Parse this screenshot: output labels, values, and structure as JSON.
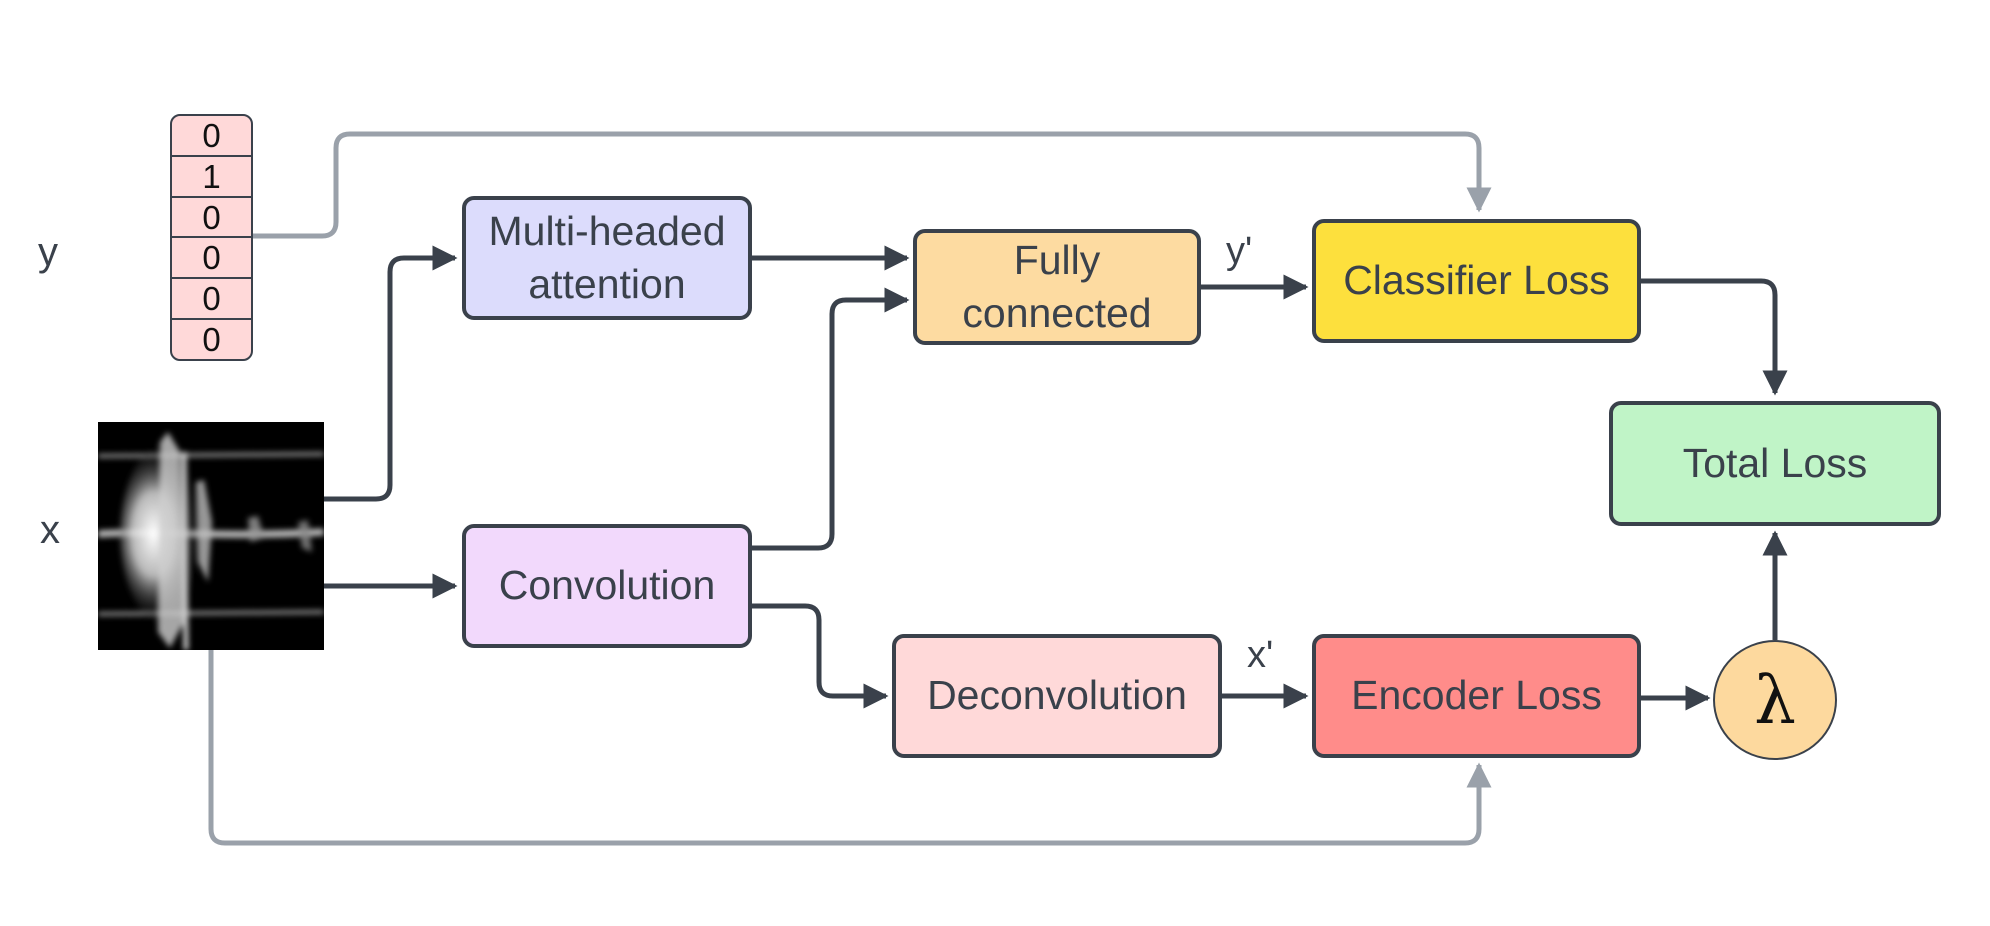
{
  "diagram": {
    "inputs": {
      "y_label": "y",
      "x_label": "x",
      "one_hot_vector": [
        "0",
        "1",
        "0",
        "0",
        "0",
        "0"
      ],
      "spectrogram": "input-spectrogram-image"
    },
    "nodes": {
      "attention": {
        "label": "Multi-headed\nattention",
        "color": "#dcdcfc"
      },
      "convolution": {
        "label": "Convolution",
        "color": "#f2d9fc"
      },
      "fully_connected": {
        "label": "Fully\nconnected",
        "color": "#fddba1"
      },
      "deconvolution": {
        "label": "Deconvolution",
        "color": "#ffd9d9"
      },
      "classifier_loss": {
        "label": "Classifier Loss",
        "color": "#fde03d"
      },
      "encoder_loss": {
        "label": "Encoder Loss",
        "color": "#ff8c8a"
      },
      "total_loss": {
        "label": "Total Loss",
        "color": "#c0f4c7"
      },
      "lambda": {
        "label": "λ",
        "color": "#fdd99e"
      }
    },
    "edge_labels": {
      "y_prime": "y'",
      "x_prime": "x'"
    },
    "edges": [
      {
        "from": "x",
        "to": "attention"
      },
      {
        "from": "x",
        "to": "convolution"
      },
      {
        "from": "attention",
        "to": "fully_connected"
      },
      {
        "from": "convolution",
        "to": "fully_connected"
      },
      {
        "from": "convolution",
        "to": "deconvolution"
      },
      {
        "from": "fully_connected",
        "to": "classifier_loss",
        "label": "y'"
      },
      {
        "from": "deconvolution",
        "to": "encoder_loss",
        "label": "x'"
      },
      {
        "from": "y",
        "to": "classifier_loss",
        "style": "gray"
      },
      {
        "from": "x",
        "to": "encoder_loss",
        "style": "gray"
      },
      {
        "from": "classifier_loss",
        "to": "total_loss"
      },
      {
        "from": "encoder_loss",
        "to": "lambda"
      },
      {
        "from": "lambda",
        "to": "total_loss"
      }
    ],
    "colors": {
      "stroke": "#3a414b",
      "gray_wire": "#9aa1aa"
    }
  }
}
